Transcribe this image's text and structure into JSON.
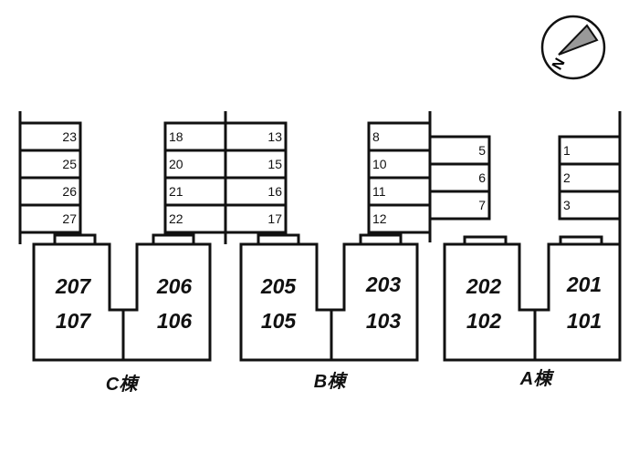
{
  "compass": {
    "label": "N"
  },
  "parking": {
    "c_left": [
      "23",
      "25",
      "26",
      "27"
    ],
    "c_mid_left": [
      "18",
      "20",
      "21",
      "22"
    ],
    "c_mid_right": [
      "13",
      "15",
      "16",
      "17"
    ],
    "b_left": [
      "8",
      "10",
      "11",
      "12"
    ],
    "b_right": [
      "5",
      "6",
      "7"
    ],
    "a": [
      "1",
      "2",
      "3"
    ]
  },
  "buildings": {
    "C": {
      "label": "C棟",
      "units": [
        {
          "upper": "207",
          "lower": "107"
        },
        {
          "upper": "206",
          "lower": "106"
        }
      ]
    },
    "B": {
      "label": "B棟",
      "units": [
        {
          "upper": "205",
          "lower": "105"
        },
        {
          "upper": "203",
          "lower": "103"
        }
      ]
    },
    "A": {
      "label": "A棟",
      "units": [
        {
          "upper": "202",
          "lower": "102"
        },
        {
          "upper": "201",
          "lower": "101"
        }
      ]
    }
  }
}
